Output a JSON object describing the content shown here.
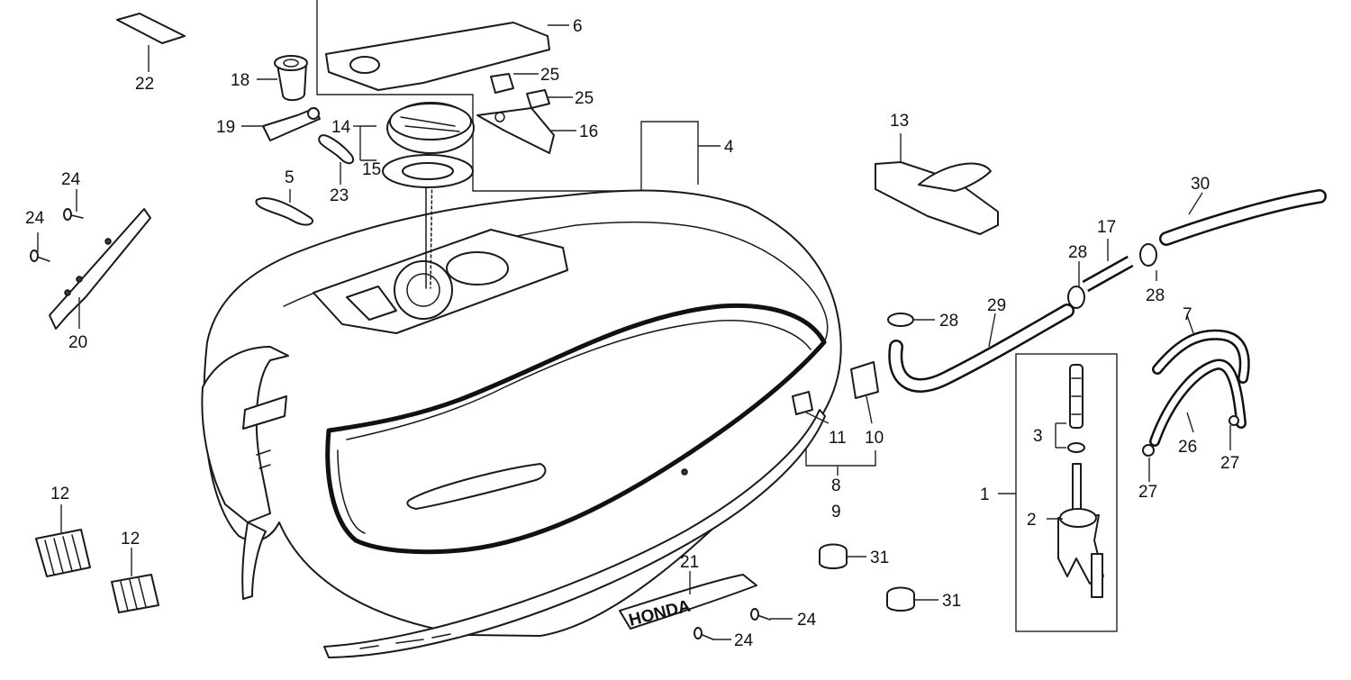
{
  "callouts": [
    {
      "id": "c1",
      "label": "1"
    },
    {
      "id": "c2",
      "label": "2"
    },
    {
      "id": "c3",
      "label": "3"
    },
    {
      "id": "c4",
      "label": "4"
    },
    {
      "id": "c5",
      "label": "5"
    },
    {
      "id": "c6",
      "label": "6"
    },
    {
      "id": "c7",
      "label": "7"
    },
    {
      "id": "c8",
      "label": "8"
    },
    {
      "id": "c9",
      "label": "9"
    },
    {
      "id": "c10",
      "label": "10"
    },
    {
      "id": "c11",
      "label": "11"
    },
    {
      "id": "c12a",
      "label": "12"
    },
    {
      "id": "c12b",
      "label": "12"
    },
    {
      "id": "c13",
      "label": "13"
    },
    {
      "id": "c14",
      "label": "14"
    },
    {
      "id": "c15",
      "label": "15"
    },
    {
      "id": "c16",
      "label": "16"
    },
    {
      "id": "c17",
      "label": "17"
    },
    {
      "id": "c18",
      "label": "18"
    },
    {
      "id": "c19",
      "label": "19"
    },
    {
      "id": "c20",
      "label": "20"
    },
    {
      "id": "c21",
      "label": "21"
    },
    {
      "id": "c22",
      "label": "22"
    },
    {
      "id": "c23",
      "label": "23"
    },
    {
      "id": "c24a",
      "label": "24"
    },
    {
      "id": "c24b",
      "label": "24"
    },
    {
      "id": "c24c",
      "label": "24"
    },
    {
      "id": "c24d",
      "label": "24"
    },
    {
      "id": "c25a",
      "label": "25"
    },
    {
      "id": "c25b",
      "label": "25"
    },
    {
      "id": "c26",
      "label": "26"
    },
    {
      "id": "c27a",
      "label": "27"
    },
    {
      "id": "c27b",
      "label": "27"
    },
    {
      "id": "c28a",
      "label": "28"
    },
    {
      "id": "c28b",
      "label": "28"
    },
    {
      "id": "c28c",
      "label": "28"
    },
    {
      "id": "c29",
      "label": "29"
    },
    {
      "id": "c30",
      "label": "30"
    },
    {
      "id": "c31a",
      "label": "31"
    },
    {
      "id": "c31b",
      "label": "31"
    }
  ],
  "emblem": {
    "text": "HONDA"
  },
  "colors": {
    "ink": "#1a1a1a",
    "paper": "#ffffff"
  }
}
